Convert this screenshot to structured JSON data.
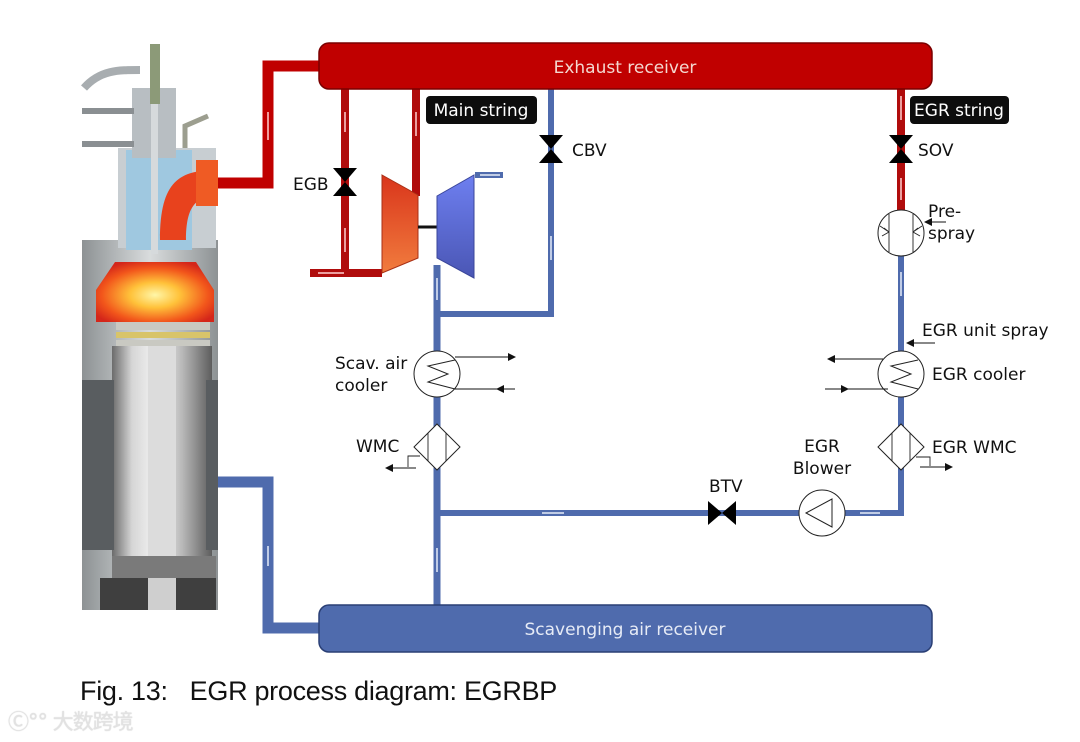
{
  "figure": {
    "caption_number": "Fig. 13:",
    "caption_text": "EGR process diagram: EGRBP",
    "watermark": "Ⓒ°° 大数跨境"
  },
  "receivers": {
    "exhaust": "Exhaust receiver",
    "scavenging": "Scavenging air receiver"
  },
  "tags": {
    "main_string": "Main string",
    "egr_string": "EGR string"
  },
  "components": {
    "egb": "EGB",
    "cbv": "CBV",
    "sov": "SOV",
    "pre_spray_line1": "Pre-",
    "pre_spray_line2": "spray",
    "egr_unit_spray": "EGR unit spray",
    "scav_cooler_line1": "Scav. air",
    "scav_cooler_line2": "cooler",
    "egr_cooler": "EGR cooler",
    "wmc": "WMC",
    "egr_wmc": "EGR WMC",
    "egr_blower_line1": "EGR",
    "egr_blower_line2": "Blower",
    "btv": "BTV"
  },
  "colors": {
    "exhaust": "#c00000",
    "exhaust_dark": "#9e0a0a",
    "air": "#4f6bad",
    "air_dark": "#3d5694",
    "tag_bg": "#0d0d0d",
    "turbine_top": "#e03a1c",
    "turbine_bottom": "#f07a3a",
    "compressor_top": "#6f80ee",
    "compressor_bottom": "#4856b8"
  }
}
